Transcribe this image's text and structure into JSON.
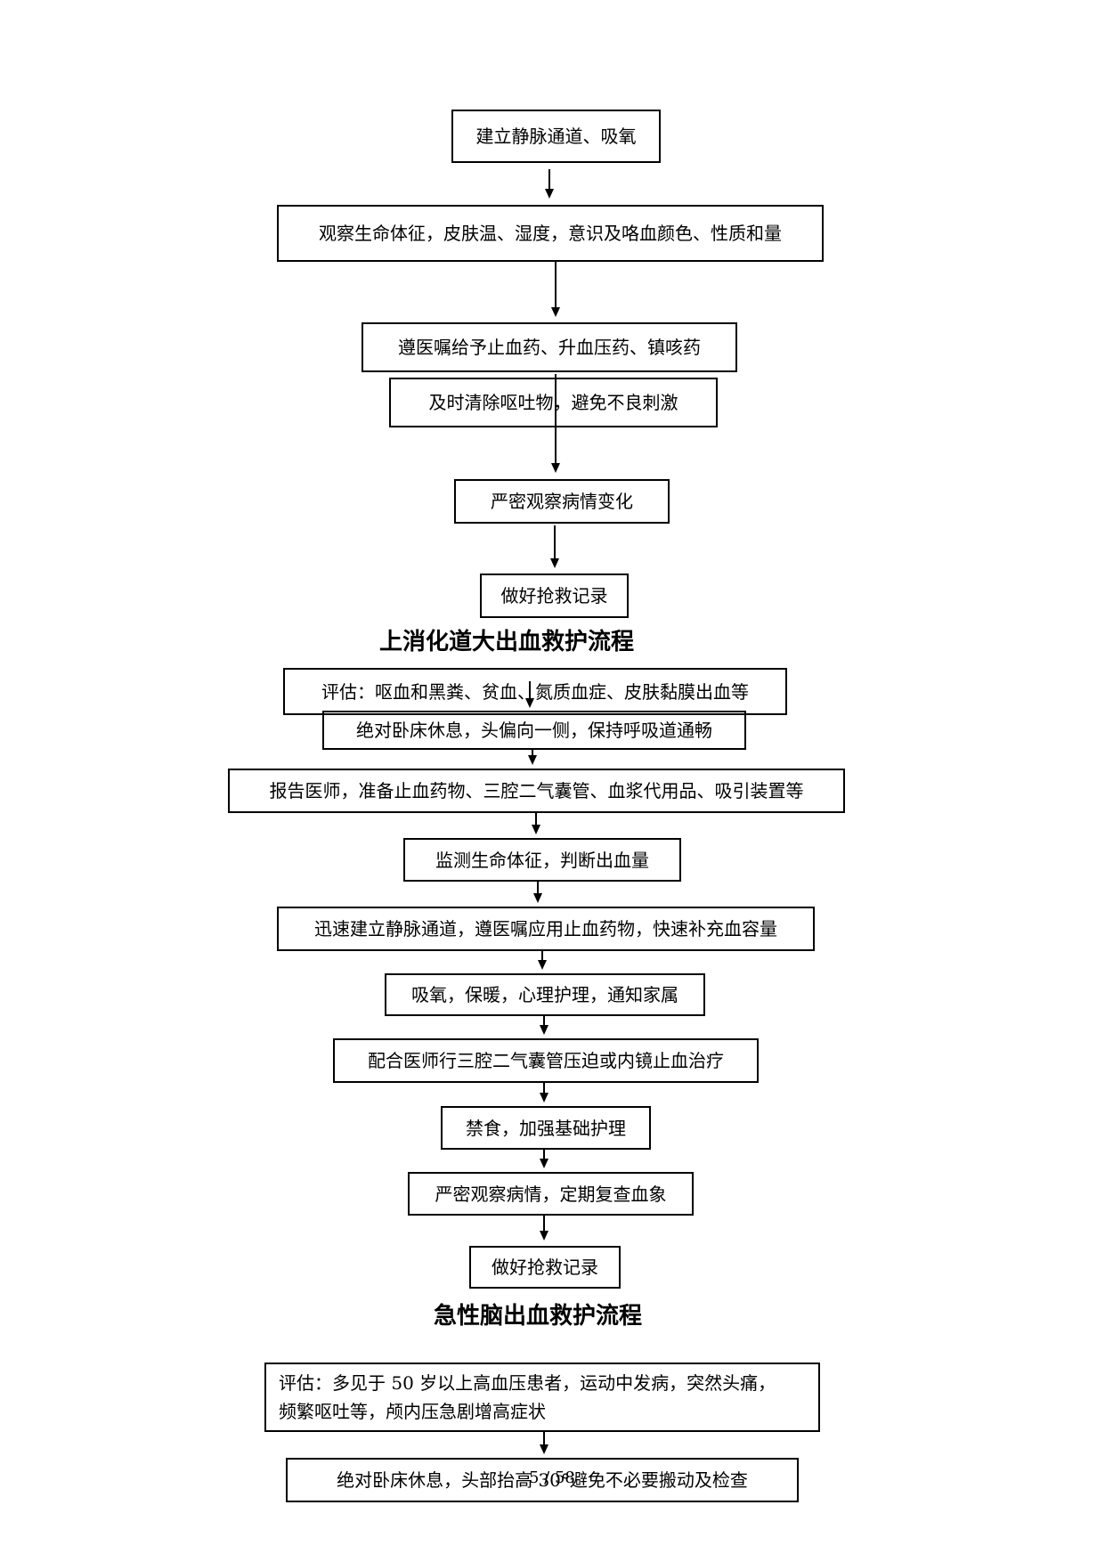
{
  "flow1": {
    "steps": [
      "建立静脉通道、吸氧",
      "观察生命体征，皮肤温、湿度，意识及咯血颜色、性质和量",
      "遵医嘱给予止血药、升血压药、镇咳药",
      "及时清除呕吐物，避免不良刺激",
      "严密观察病情变化",
      "做好抢救记录"
    ]
  },
  "flow2": {
    "title": "上消化道大出血救护流程",
    "steps": [
      "评估：呕血和黑粪、贫血、氮质血症、皮肤黏膜出血等",
      "绝对卧床休息，头偏向一侧，保持呼吸道通畅",
      "报告医师，准备止血药物、三腔二气囊管、血浆代用品、吸引装置等",
      "监测生命体征，判断出血量",
      "迅速建立静脉通道，遵医嘱应用止血药物，快速补充血容量",
      "吸氧，保暖，心理护理，通知家属",
      "配合医师行三腔二气囊管压迫或内镜止血治疗",
      "禁食，加强基础护理",
      "严密观察病情，定期复查血象",
      "做好抢救记录"
    ]
  },
  "flow3": {
    "title": "急性脑出血救护流程",
    "assess_line1": "评估：多见于 50 岁以上高血压患者，运动中发病，突然头痛，",
    "assess_line2": "频繁呕吐等，颅内压急剧增高症状",
    "rest": "绝对卧床休息，头部抬高 30°避免不必要搬动及检查"
  },
  "page_number": "5 / 58"
}
